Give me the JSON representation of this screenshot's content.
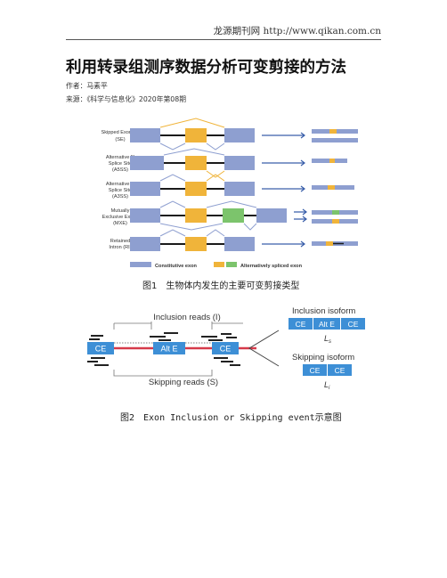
{
  "header": {
    "site": "龙源期刊网 http://www.qikan.com.cn"
  },
  "article": {
    "title": "利用转录组测序数据分析可变剪接的方法",
    "author": "作者：马素平",
    "source": "来源：《科学与信息化》2020年第08期"
  },
  "figure1": {
    "caption": "图1　生物体内发生的主要可变剪接类型",
    "colors": {
      "constitutive": "#8e9fd0",
      "alt": "#f0b43a",
      "alt2": "#7cc46c",
      "line": "#1a1a1a"
    },
    "rows": [
      {
        "label_lines": [
          "Skipped Exon",
          "(SE)"
        ]
      },
      {
        "label_lines": [
          "Alternative 5'",
          "Splice Site",
          "(A5SS)"
        ]
      },
      {
        "label_lines": [
          "Alternative 3'",
          "Splice Site",
          "(A3SS)"
        ]
      },
      {
        "label_lines": [
          "Mutually",
          "Exclusive Exons",
          "(MXE)"
        ]
      },
      {
        "label_lines": [
          "Retained",
          "Intron (RI)"
        ]
      }
    ],
    "legend": {
      "constitutive": "Constitutive exon",
      "alternative": "Alternatively spliced exon"
    }
  },
  "figure2": {
    "caption": "图2　Exon Inclusion or Skipping event示意图",
    "inclusion_reads": "Inclusion reads (I)",
    "skipping_reads": "Skipping reads (S)",
    "exon_ce": "CE",
    "exon_alt": "Alt E",
    "inclusion_isoform": "Inclusion isoform",
    "skipping_isoform": "Skipping isoform",
    "length_inclusion": "L",
    "length_inclusion_sub": "s",
    "length_skipping": "L",
    "length_skipping_sub": "i",
    "colors": {
      "exon": "#3d8fd6",
      "line": "#d63a4a",
      "read": "#222222"
    }
  }
}
